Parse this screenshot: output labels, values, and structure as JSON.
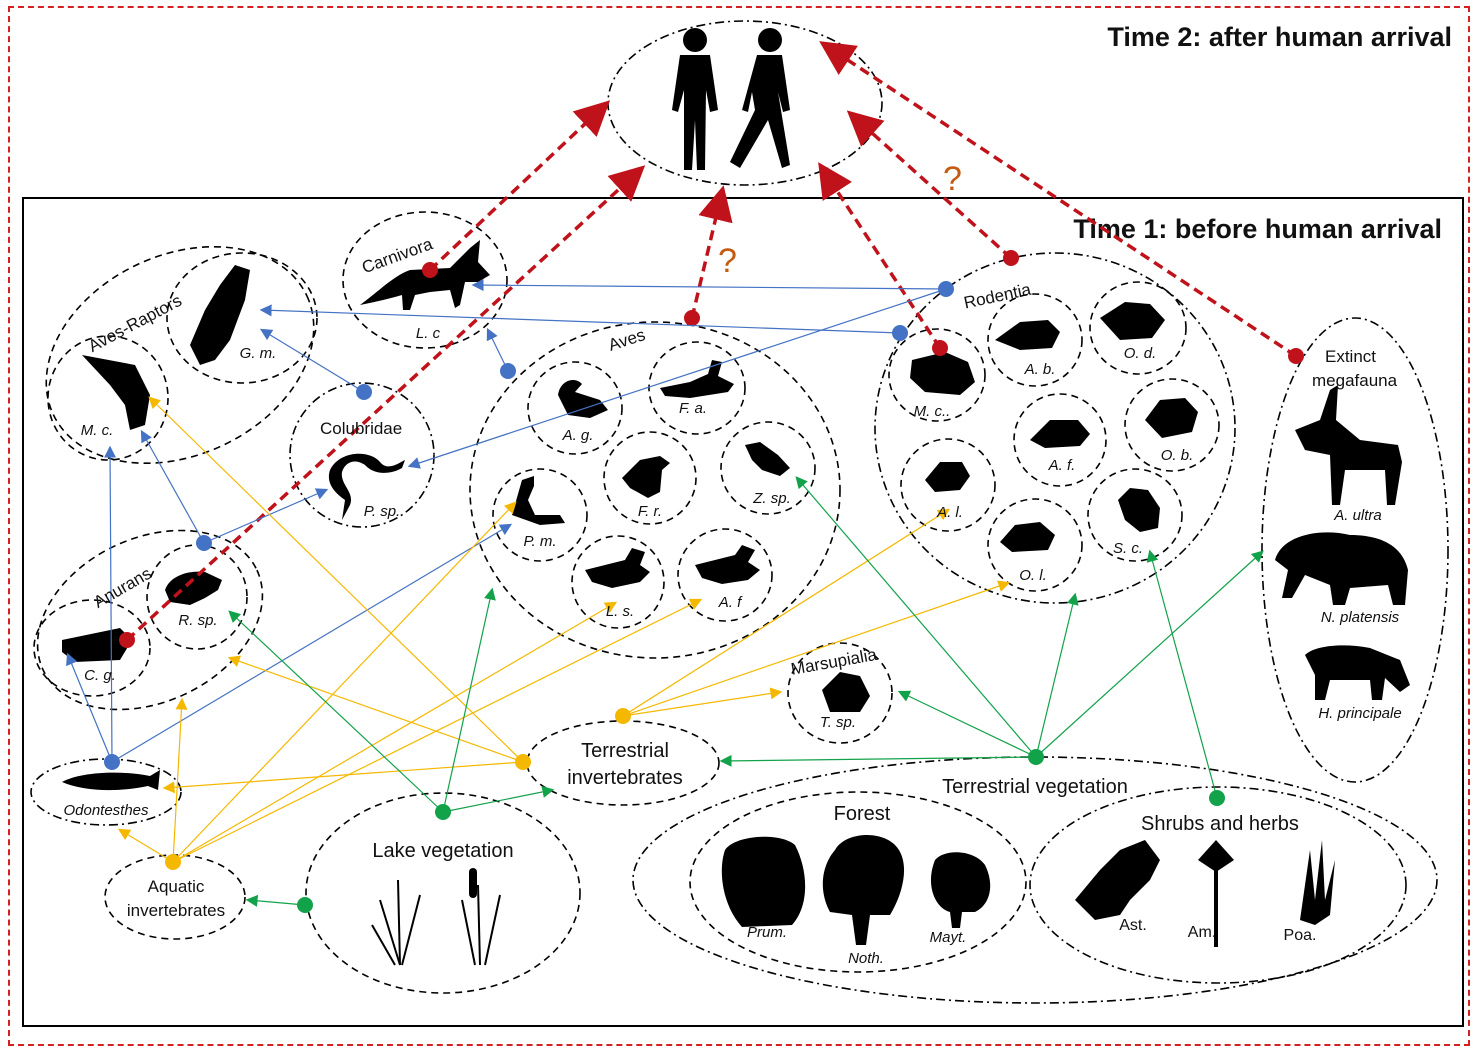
{
  "titles": {
    "time2": "Time 2: after human arrival",
    "time1": "Time 1: before human arrival",
    "question_mark": "?"
  },
  "groups": {
    "carnivora": "Carnivora",
    "aves_raptors": "Aves-Raptors",
    "aves": "Aves",
    "rodentia": "Rodentia",
    "colubridae": "Colubridae",
    "anurans": "Anurans",
    "extinct_megafauna_1": "Extinct",
    "extinct_megafauna_2": "megafauna",
    "marsupialia": "Marsupialia",
    "terrestrial_invertebrates_1": "Terrestrial",
    "terrestrial_invertebrates_2": "invertebrates",
    "aquatic_invertebrates_1": "Aquatic",
    "aquatic_invertebrates_2": "invertebrates",
    "lake_vegetation": "Lake vegetation",
    "terrestrial_vegetation": "Terrestrial vegetation",
    "forest": "Forest",
    "shrubs_herbs": "Shrubs and herbs"
  },
  "taxa": {
    "lc": "L. c",
    "gm": "G. m.",
    "mc_raptor": "M. c.",
    "psp": "P. sp.",
    "cg": "C. g.",
    "rsp": "R. sp.",
    "odontesthes": "Odontesthes",
    "ag": "A. g.",
    "fa": "F. a.",
    "fr": "F. r.",
    "zsp": "Z. sp.",
    "pm": "P. m.",
    "ls": "L. s.",
    "af_bird": "A. f",
    "mc_rodent": "M. c..",
    "ab": "A. b.",
    "od": "O. d.",
    "af_rodent": "A. f.",
    "ob": "O. b.",
    "al": "A. l.",
    "ol": "O. l.",
    "sc": "S. c.",
    "a_ultra": "A. ultra",
    "n_platensis": "N. platensis",
    "h_principale": "H. principale",
    "tsp": "T. sp.",
    "prum": "Prum.",
    "noth": "Noth.",
    "mayt": "Mayt.",
    "ast": "Ast.",
    "am": "Am.",
    "poa": "Poa."
  },
  "colors": {
    "human_link": "#c0121a",
    "vertebrate_prey": "#4472c4",
    "invertebrate_prey": "#f5b800",
    "plant_prey": "#12a24a",
    "frame": "#d42020",
    "question": "#c55a11"
  },
  "icons": {
    "humans": "human-silhouettes-icon",
    "fox": "fox-icon",
    "eagle": "eagle-icon",
    "snake": "snake-icon",
    "duck": "duck-icon",
    "rodent": "rodent-icon",
    "deer": "deer-icon",
    "elephant": "elephant-icon",
    "horse": "horse-icon",
    "fish": "fish-icon",
    "frog": "frog-icon",
    "tree": "tree-icon",
    "reed": "reed-icon",
    "shrub": "shrub-icon"
  }
}
